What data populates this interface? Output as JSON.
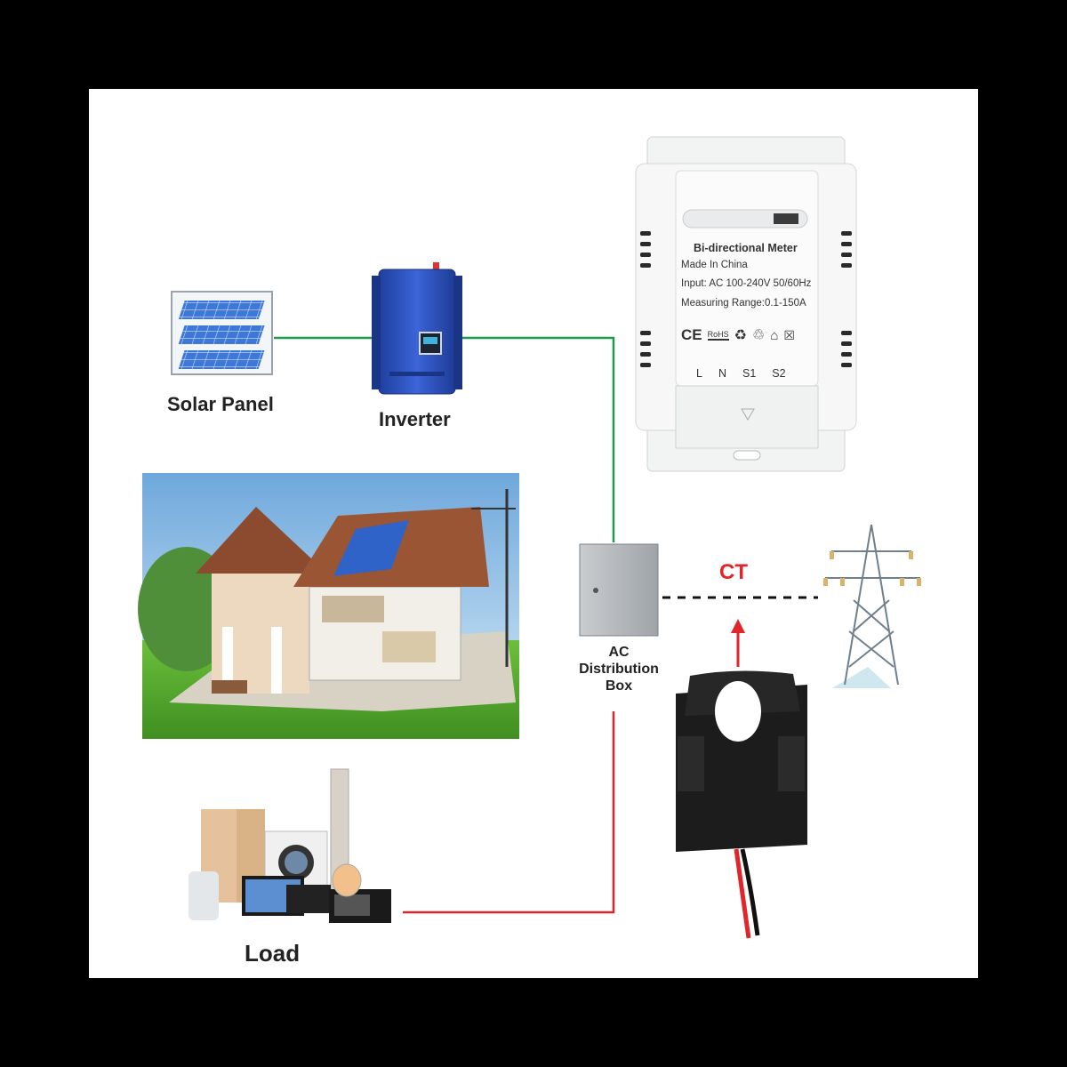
{
  "labels": {
    "solar_panel": "Solar Panel",
    "inverter": "Inverter",
    "ac_box": [
      "AC",
      "Distribution",
      "Box"
    ],
    "ct": "CT",
    "load": "Load"
  },
  "meter": {
    "title": "Bi-directional Meter",
    "made_in": "Made In China",
    "input": "Input: AC 100-240V 50/60Hz",
    "range": "Measuring Range:0.1-150A",
    "cert_marks": "CE",
    "cert_rohs": "RoHS",
    "terminals": [
      "L",
      "N",
      "S1",
      "S2"
    ]
  },
  "colors": {
    "green_wire": "#1e9a4a",
    "red_wire": "#e0262a",
    "ct_label": "#e0262a",
    "inverter_blue": "#2f55c9",
    "solar_cell": "#3e78d6"
  }
}
